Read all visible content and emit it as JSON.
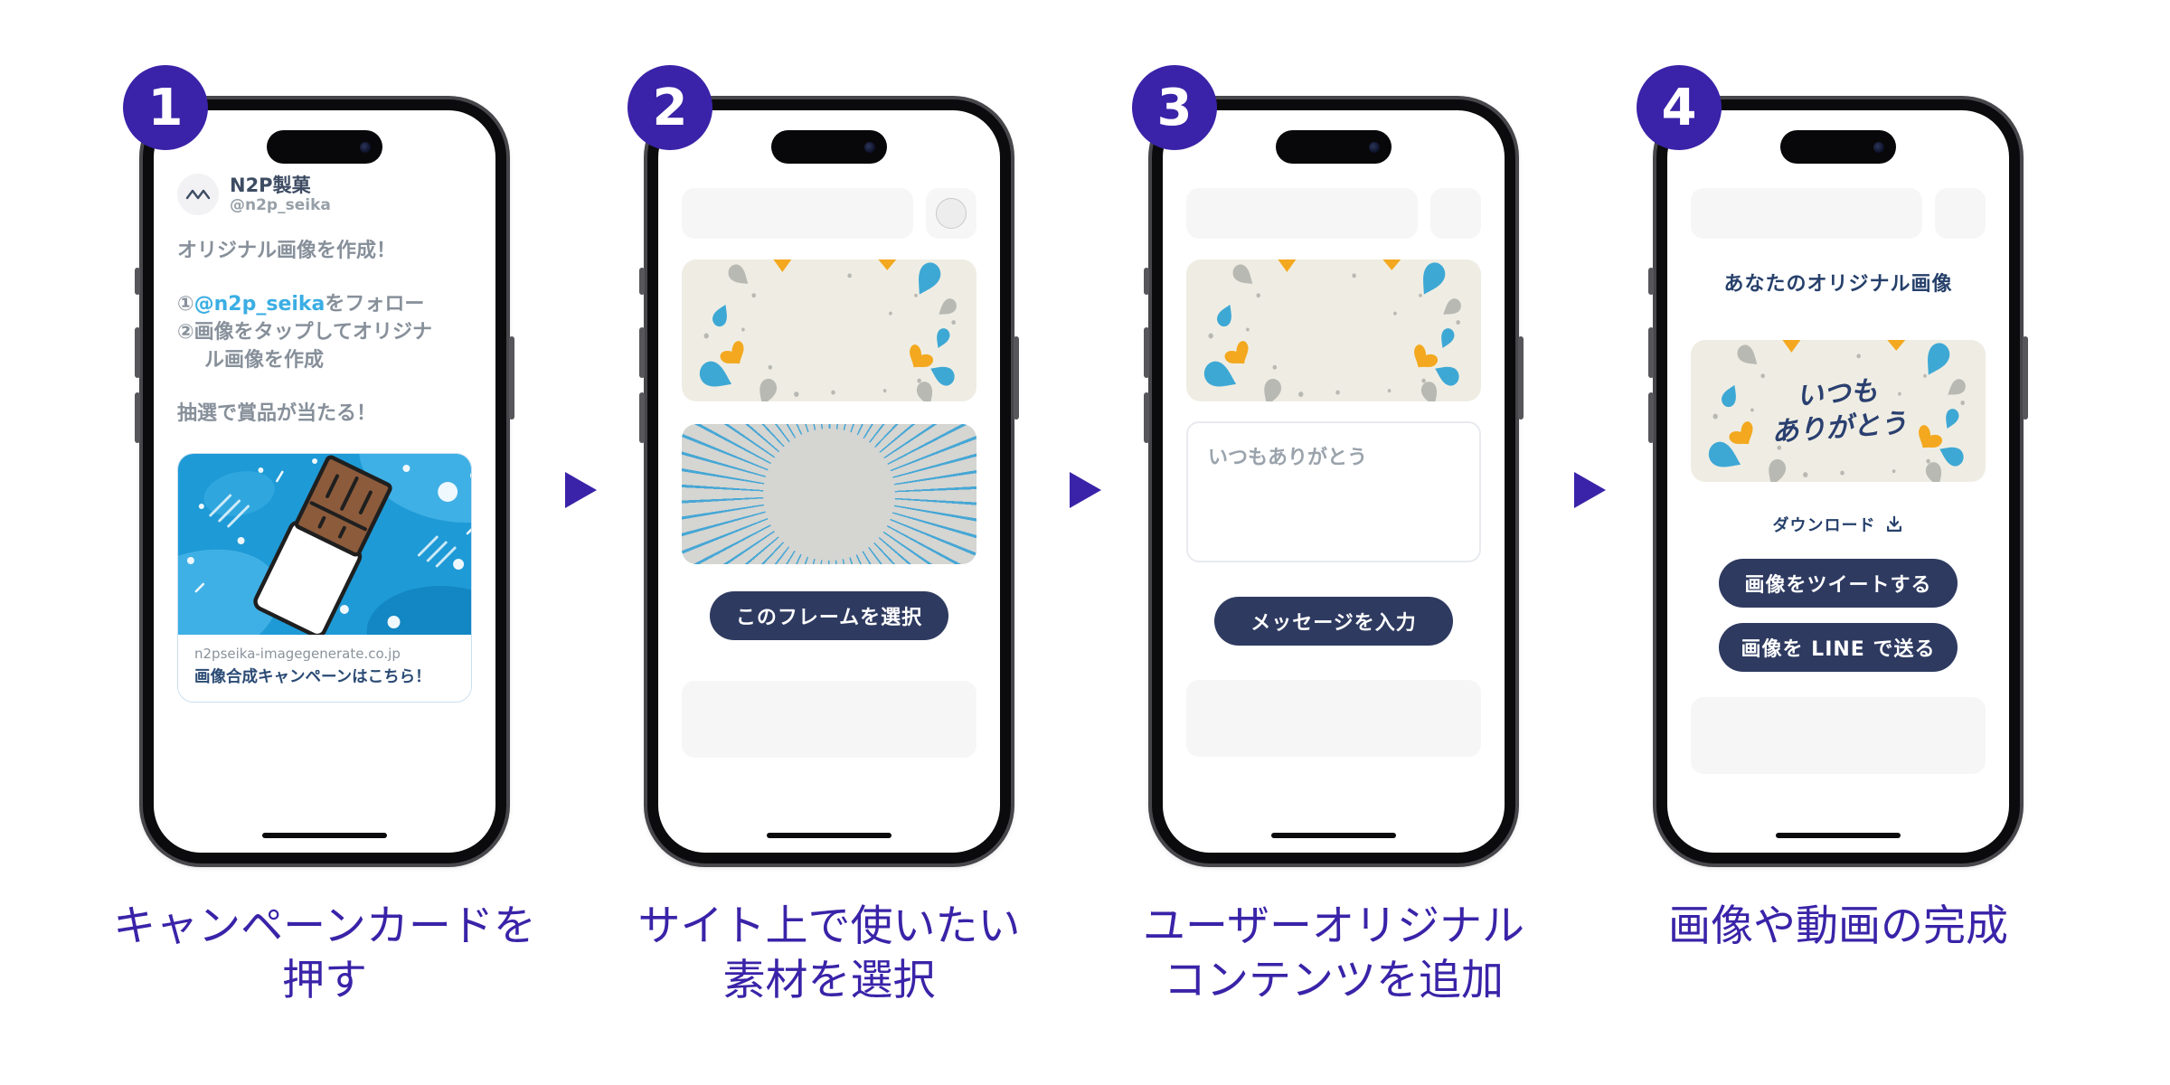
{
  "colors": {
    "accent": "#3A23A8",
    "navy": "#2E3A60",
    "mention_blue": "#3BAEE3",
    "card_blue": "#1E9AD6"
  },
  "steps": [
    {
      "badge": "1",
      "caption_line1": "キャンペーンカードを",
      "caption_line2": "押す"
    },
    {
      "badge": "2",
      "caption_line1": "サイト上で使いたい",
      "caption_line2": "素材を選択"
    },
    {
      "badge": "3",
      "caption_line1": "ユーザーオリジナル",
      "caption_line2": "コンテンツを追加"
    },
    {
      "badge": "4",
      "caption_line1": "画像や動画の完成",
      "caption_line2": ""
    }
  ],
  "tweet": {
    "name": "N2P製菓",
    "handle": "@n2p_seika",
    "intro": "オリジナル画像を作成！",
    "step1_num": "①",
    "step1_mention": "@n2p_seika",
    "step1_rest": "をフォロー",
    "step2_line1": "②画像をタップしてオリジナ",
    "step2_line2": "ル画像を作成",
    "prize": "抽選で賞品が当たる！",
    "card_domain": "n2pseika-imagegenerate.co.jp",
    "card_title": "画像合成キャンペーンはこちら！"
  },
  "frame_select": {
    "button": "このフレームを選択"
  },
  "message_input": {
    "placeholder": "いつもありがとう",
    "button": "メッセージを入力"
  },
  "result": {
    "title": "あなたのオリジナル画像",
    "image_line1": "いつも",
    "image_line2": "ありがとう",
    "download": "ダウンロード",
    "tweet_button": "画像をツイートする",
    "line_button": "画像を LINE で送る"
  }
}
